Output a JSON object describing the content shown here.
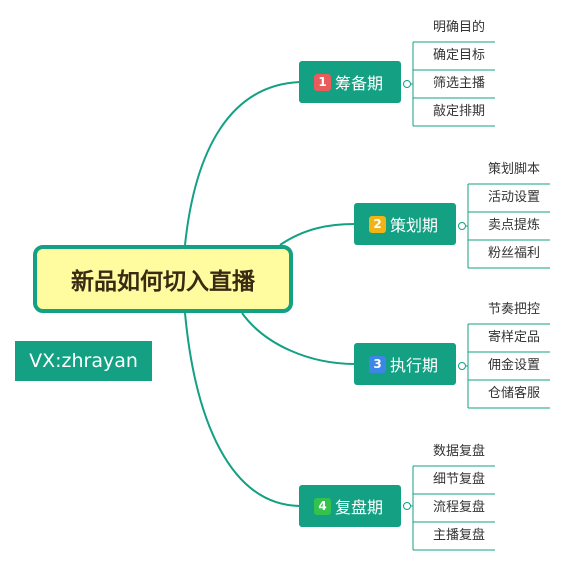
{
  "root": {
    "title": "新品如何切入直播"
  },
  "contact": {
    "label": "VX:zhrayan"
  },
  "colors": {
    "primary": "#13a083",
    "root_fill": "#fefc9e"
  },
  "branches": [
    {
      "number": "1",
      "label": "筹备期",
      "badge_color": "#e95c5c",
      "children": [
        "明确目的",
        "确定目标",
        "筛选主播",
        "敲定排期"
      ]
    },
    {
      "number": "2",
      "label": "策划期",
      "badge_color": "#f2b414",
      "children": [
        "策划脚本",
        "活动设置",
        "卖点提炼",
        "粉丝福利"
      ]
    },
    {
      "number": "3",
      "label": "执行期",
      "badge_color": "#3b86e6",
      "children": [
        "节奏把控",
        "寄样定品",
        "佣金设置",
        "仓储客服"
      ]
    },
    {
      "number": "4",
      "label": "复盘期",
      "badge_color": "#33c24d",
      "children": [
        "数据复盘",
        "细节复盘",
        "流程复盘",
        "主播复盘"
      ]
    }
  ]
}
